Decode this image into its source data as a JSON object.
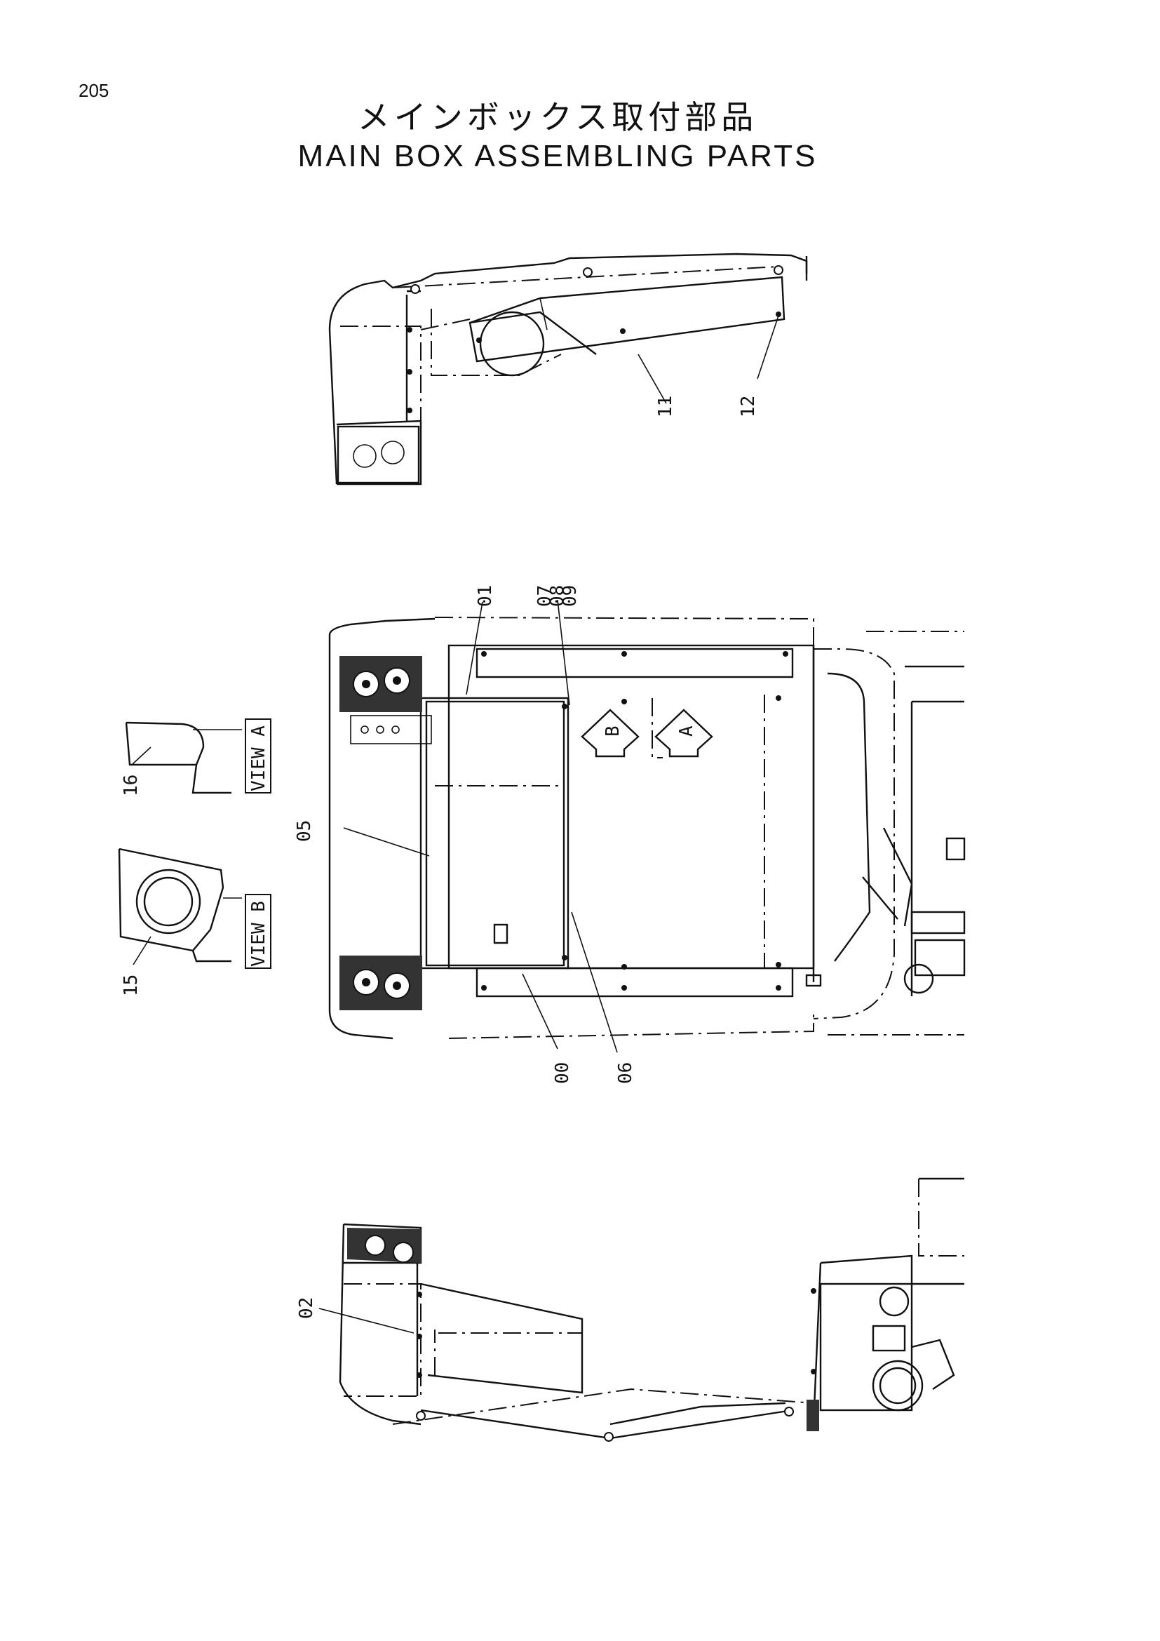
{
  "page_number": "205",
  "title": {
    "japanese": "メインボックス取付部品",
    "english": "MAIN BOX ASSEMBLING PARTS"
  },
  "part_labels": {
    "p00": "00",
    "p01": "01",
    "p02": "02",
    "p05": "05",
    "p06": "06",
    "p07": "07",
    "p08": "08",
    "p09": "09",
    "p11": "11",
    "p12": "12",
    "p15": "15",
    "p16": "16"
  },
  "view_labels": {
    "view_a": "VIEW A",
    "view_b": "VIEW B",
    "arrow_a": "A",
    "arrow_b": "B"
  }
}
